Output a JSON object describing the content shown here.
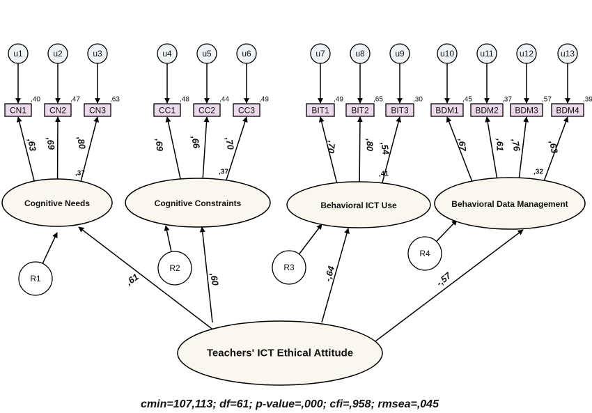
{
  "latent": {
    "main": "Teachers' ICT Ethical Attitude",
    "factors": [
      {
        "label": "Cognitive Needs",
        "r2": ",37",
        "path": ",61",
        "residual": "R1"
      },
      {
        "label": "Cognitive Constraints",
        "r2": ",37",
        "path": ",60",
        "residual": "R2"
      },
      {
        "label": "Behavioral ICT Use",
        "r2": ",41",
        "path": "-,64",
        "residual": "R3"
      },
      {
        "label": "Behavioral Data Management",
        "r2": ",32",
        "path": "-,57",
        "residual": "R4"
      }
    ]
  },
  "indicators": [
    {
      "label": "CN1",
      "error": "u1",
      "loading": ",63",
      "r2": ",40"
    },
    {
      "label": "CN2",
      "error": "u2",
      "loading": ",69",
      "r2": ",47"
    },
    {
      "label": "CN3",
      "error": "u3",
      "loading": ",80",
      "r2": ",63"
    },
    {
      "label": "CC1",
      "error": "u4",
      "loading": ",69",
      "r2": ",48"
    },
    {
      "label": "CC2",
      "error": "u5",
      "loading": ",66",
      "r2": ",44"
    },
    {
      "label": "CC3",
      "error": "u6",
      "loading": ",70",
      "r2": ",49"
    },
    {
      "label": "BIT1",
      "error": "u7",
      "loading": ",70",
      "r2": ",49"
    },
    {
      "label": "BIT2",
      "error": "u8",
      "loading": ",80",
      "r2": ",65"
    },
    {
      "label": "BIT3",
      "error": "u9",
      "loading": ",54",
      "r2": ",30"
    },
    {
      "label": "BDM1",
      "error": "u10",
      "loading": ",67",
      "r2": ",45"
    },
    {
      "label": "BDM2",
      "error": "u11",
      "loading": ",61",
      "r2": ",37"
    },
    {
      "label": "BDM3",
      "error": "u12",
      "loading": ",76",
      "r2": ",57"
    },
    {
      "label": "BDM4",
      "error": "u13",
      "loading": ",63",
      "r2": ",39"
    }
  ],
  "fit": "cmin=107,113; df=61; p-value=,000; cfi=,958; rmsea=,045",
  "colors": {
    "ellipse_fill": "#fbf7ee",
    "box_fill": "#ecd9ec",
    "error_fill": "#eef3f6",
    "stroke": "#000000"
  }
}
